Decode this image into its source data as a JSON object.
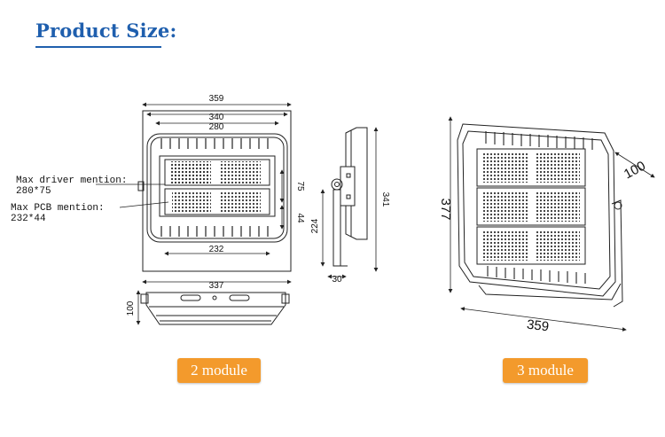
{
  "header": {
    "title": "Product Size:"
  },
  "drawing2": {
    "dims": {
      "w359": "359",
      "w340": "340",
      "w280": "280",
      "w232": "232",
      "w337": "337",
      "h75": "75",
      "h44": "44",
      "h224": "224",
      "h341": "341",
      "d30": "30",
      "d100": "100"
    },
    "driver_label": "Max driver mention:",
    "driver_value": "280*75",
    "pcb_label": "Max PCB mention:",
    "pcb_value": "232*44"
  },
  "drawing3": {
    "dims": {
      "d100": "100",
      "h377": "377",
      "w359": "359"
    }
  },
  "badges": {
    "two_module": "2 module",
    "three_module": "3 module"
  },
  "colors": {
    "title": "#1f5fae",
    "badge": "#f39a2c",
    "line": "#222222"
  }
}
